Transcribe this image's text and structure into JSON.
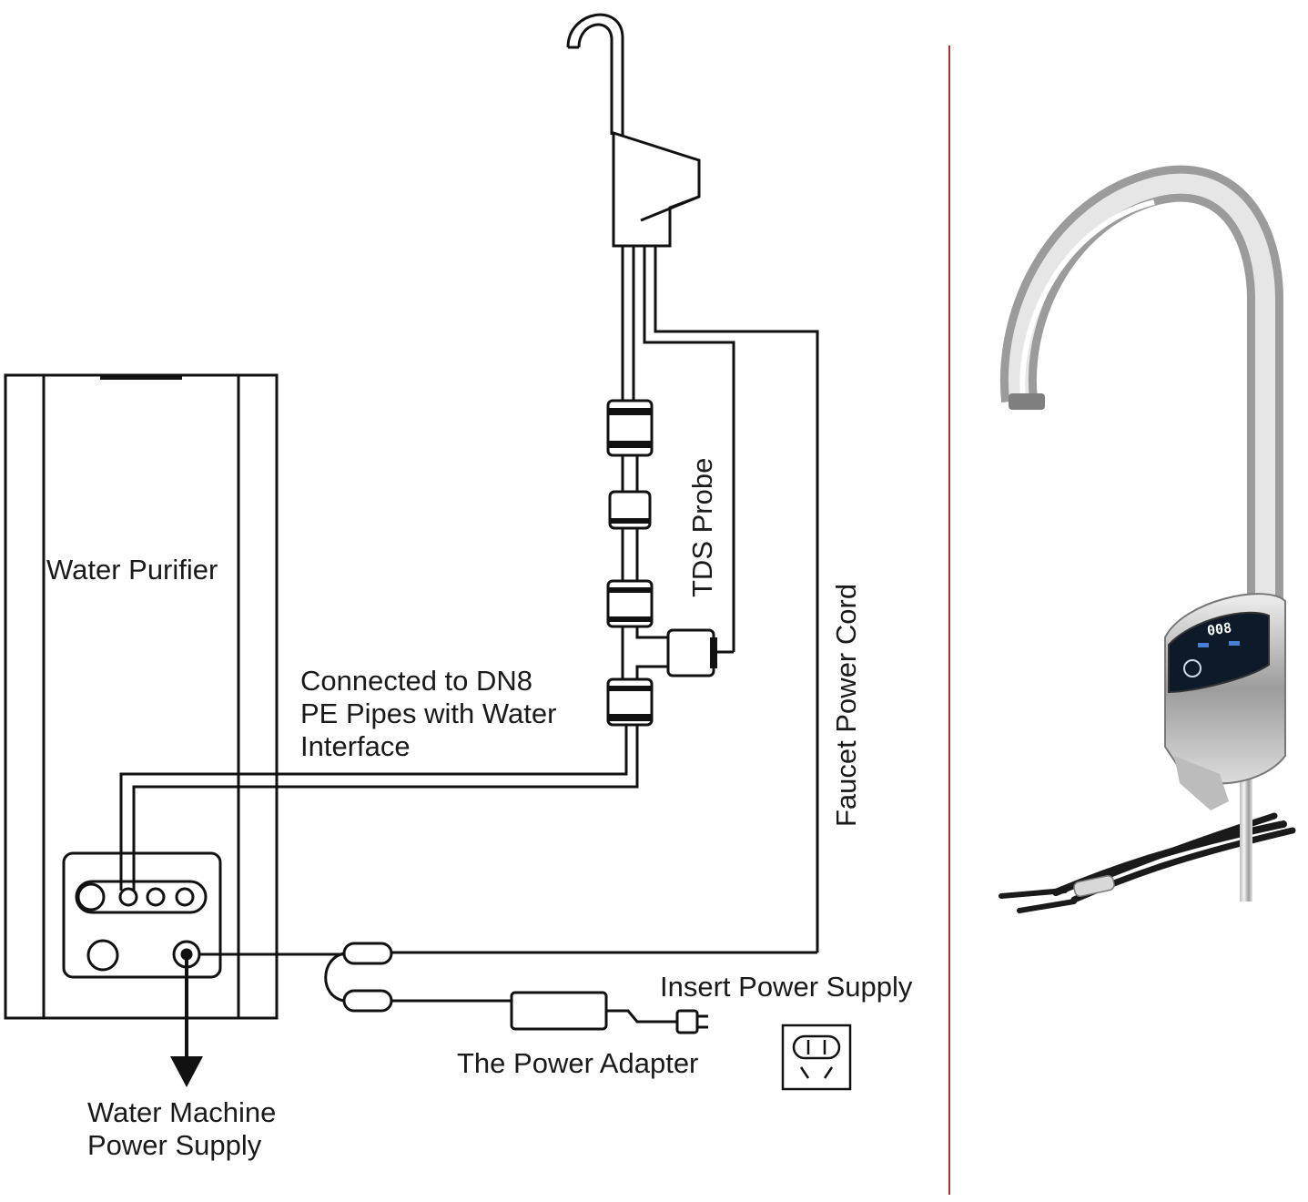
{
  "labels": {
    "water_purifier": "Water Purifier",
    "connected_line1": "Connected to DN8",
    "connected_line2": "PE Pipes with Water",
    "connected_line3": "Interface",
    "tds_probe": "TDS Probe",
    "faucet_power_cord": "Faucet Power Cord",
    "insert_power_supply": "Insert Power Supply",
    "power_adapter": "The Power Adapter",
    "machine_power_line1": "Water Machine",
    "machine_power_line2": "Power Supply"
  },
  "faucet_display": "008",
  "colors": {
    "line": "#111111",
    "divider": "#b0302c",
    "steel_light": "#e4e4e4",
    "steel_dark": "#8a8a8a",
    "display_bg": "#0d1a2a",
    "display_accent": "#4a7fd8"
  }
}
